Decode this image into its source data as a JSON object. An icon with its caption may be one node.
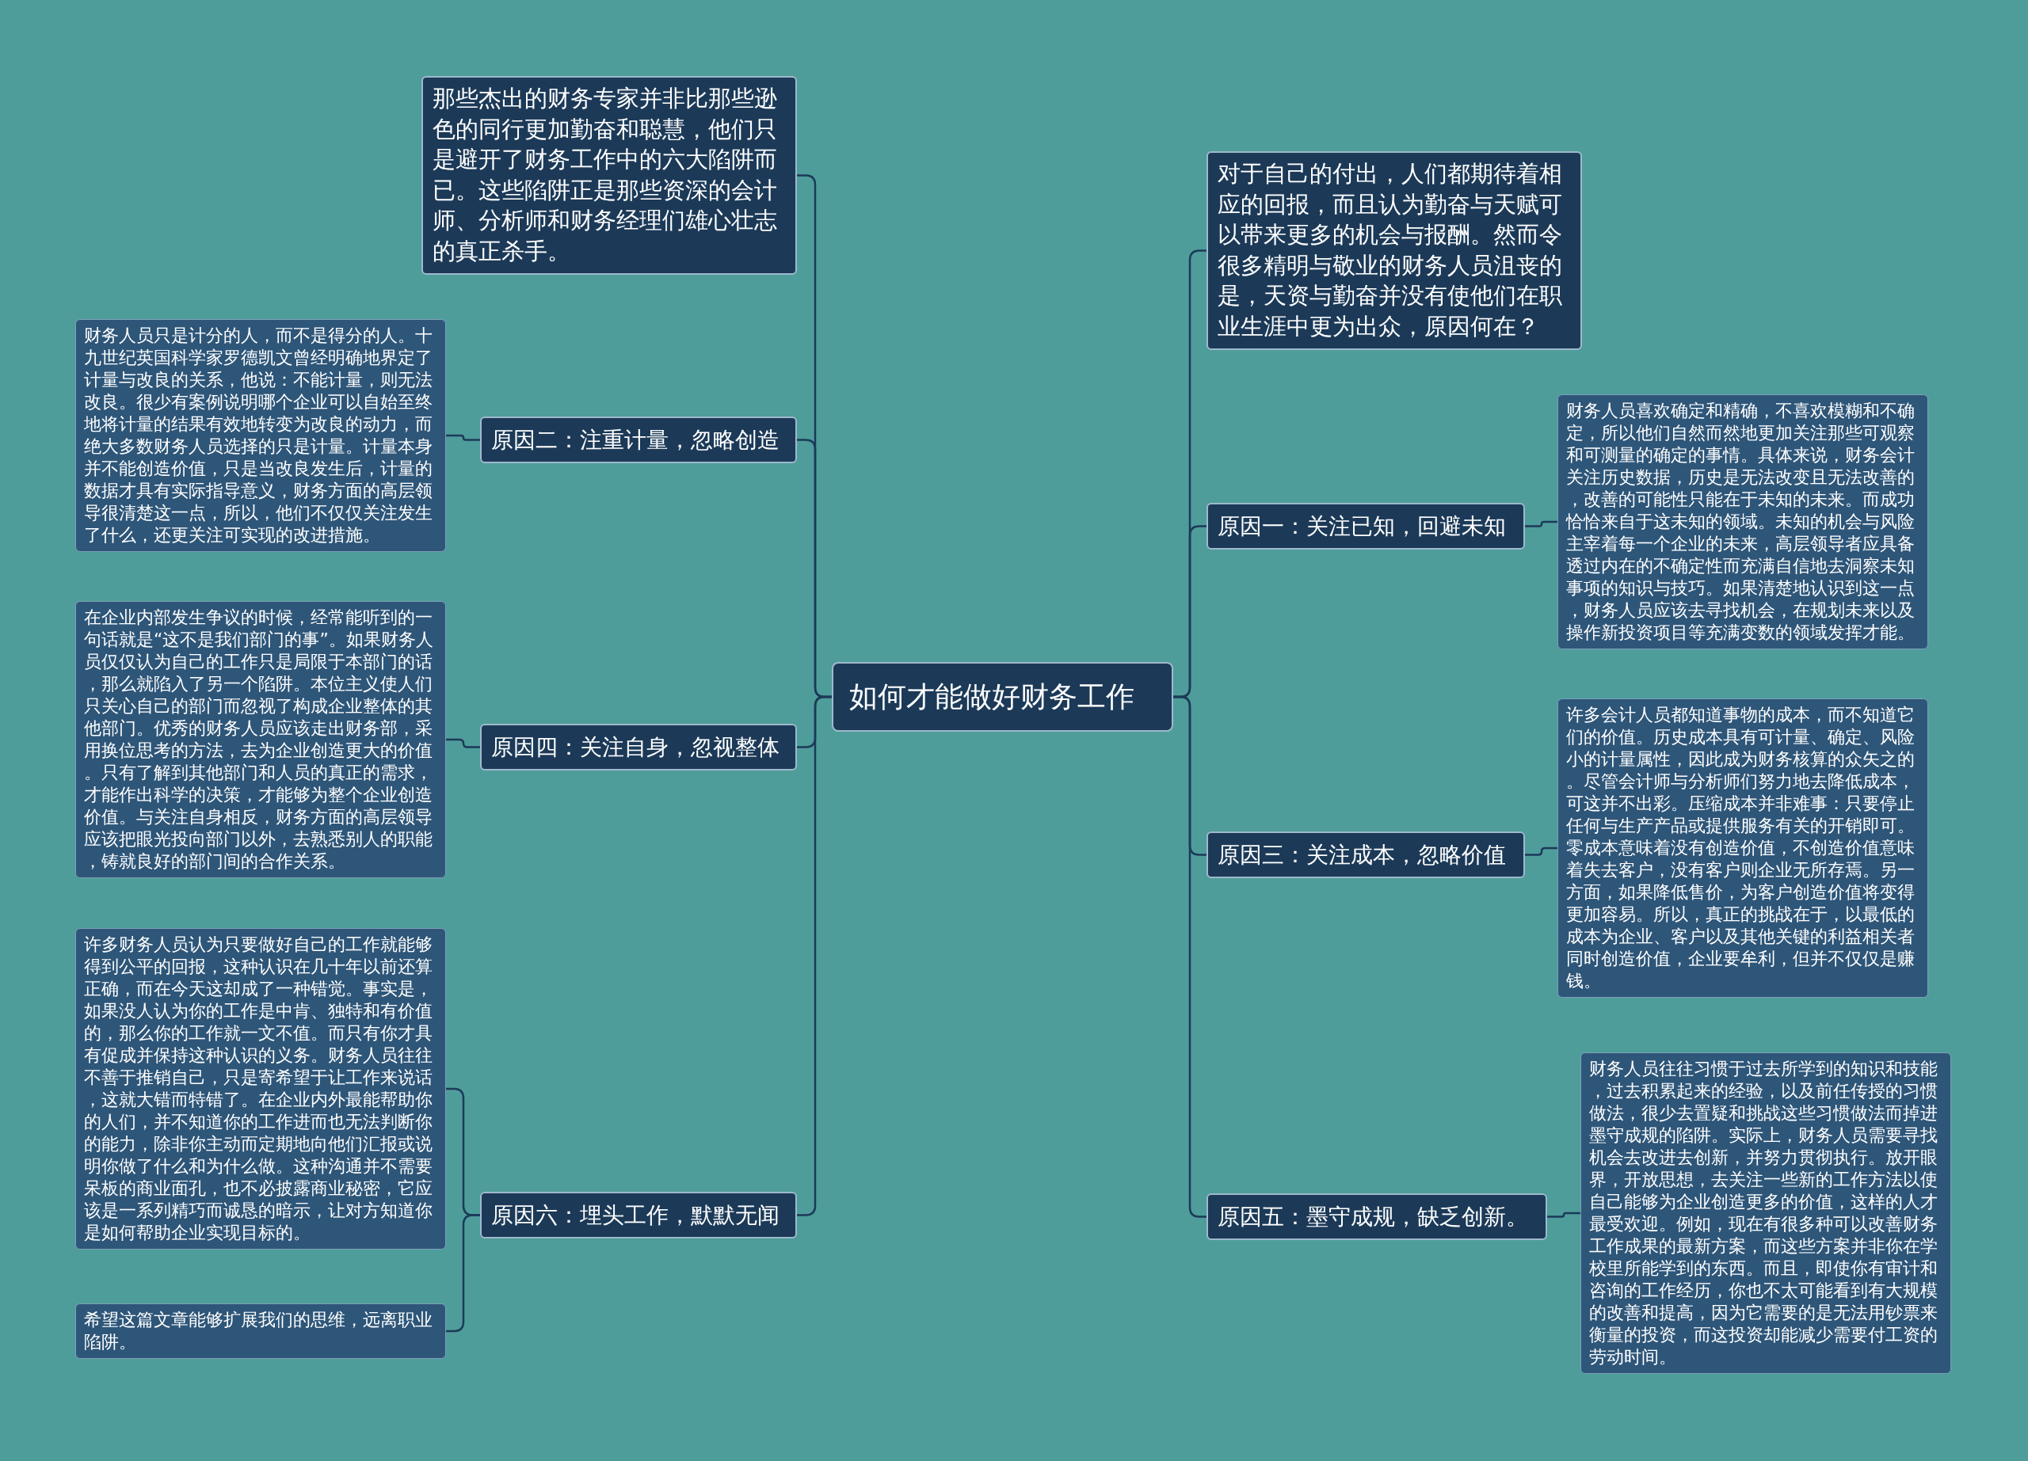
{
  "diagram": {
    "nodes": [
      {
        "text": [
          "如何才能做好财务工作"
        ]
      },
      {
        "text": [
          "那些杰出的财务专家并非比那些逊色的同行更加勤奋和聪慧，他们只是避开了财务工作中的六大陷阱而已。这些陷阱正是那些资深的会计师、分析师和财务经理们雄心壮志的真正杀手。"
        ]
      },
      {
        "text": [
          "原因二：注重计量，忽略创造"
        ]
      },
      {
        "text": [
          "财务人员只是计分的人，而不是得分的人。十九世纪英国科学家罗德凯文曾经明确地界定了计量与改良的关系，他说：不能计量，则无法改良。很少有案例说明哪个企业可以自始至终地将计量的结果有效地转变为改良的动力，而绝大多数财务人员选择的只是计量。计量本身并不能创造价值，只是当改良发生后，计量的数据才具有实际指导意义，财务方面的高层领导很清楚这一点，所以，他们不仅仅关注发生了什么，还更关注可实现的改进措施。"
        ]
      },
      {
        "text": [
          "原因四：关注自身，忽视整体"
        ]
      },
      {
        "text": [
          "在企业内部发生争议的时候，经常能听到的一句话就是“这不是我们部门的事”。如果财务人员仅仅认为自己的工作只是局限于本部门的话，那么就陷入了另一个陷阱。本位主义使人们只关心自己的部门而忽视了构成企业整体的其他部门。优秀的财务人员应该走出财务部，采用换位思考的方法，去为企业创造更大的价值。只有了解到其他部门和人员的真正的需求，才能作出科学的决策，才能够为整个企业创造价值。与关注自身相反，财务方面的高层领导应该把眼光投向部门以外，去熟悉别人的职能，铸就良好的部门间的合作关系。"
        ]
      },
      {
        "text": [
          "原因六：埋头工作，默默无闻"
        ]
      },
      {
        "text": [
          "许多财务人员认为只要做好自己的工作就能够得到公平的回报，这种认识在几十年以前还算正确，而在今天这却成了一种错觉。事实是，如果没人认为你的工作是中肯、独特和有价值的，那么你的工作就一文不值。而只有你才具有促成并保持这种认识的义务。财务人员往往不善于推销自己，只是寄希望于让工作来说话，这就大错而特错了。在企业内外最能帮助你的人们，并不知道你的工作进而也无法判断你的能力，除非你主动而定期地向他们汇报或说明你做了什么和为什么做。这种沟通并不需要呆板的商业面孔，也不必披露商业秘密，它应该是一系列精巧而诚恳的暗示，让对方知道你是如何帮助企业实现目标的。"
        ]
      },
      {
        "text": [
          "希望这篇文章能够扩展我们的思维，远离职业陷阱。"
        ]
      },
      {
        "text": [
          "对于自己的付出，人们都期待着相应的回报，而且认为勤奋与天赋可以带来更多的机会与报酬。然而令很多精明与敬业的财务人员沮丧的是，天资与勤奋并没有使他们在职业生涯中更为出众，原因何在？"
        ]
      },
      {
        "text": [
          "原因一：关注已知，回避未知"
        ]
      },
      {
        "text": [
          "财务人员喜欢确定和精确，不喜欢模糊和不确定，所以他们自然而然地更加关注那些可观察和可测量的确定的事情。具体来说，财务会计关注历史数据，历史是无法改变且无法改善的，改善的可能性只能在于未知的未来。而成功恰恰来自于这未知的领域。未知的机会与风险主宰着每一个企业的未来，高层领导者应具备透过内在的不确定性而充满自信地去洞察未知事项的知识与技巧。如果清楚地认识到这一点，财务人员应该去寻找机会，在规划未来以及操作新投资项目等充满变数的领域发挥才能。"
        ]
      },
      {
        "text": [
          "原因三：关注成本，忽略价值"
        ]
      },
      {
        "text": [
          "许多会计人员都知道事物的成本，而不知道它们的价值。历史成本具有可计量、确定、风险小的计量属性，因此成为财务核算的众矢之的。尽管会计师与分析师们努力地去降低成本，可这并不出彩。压缩成本并非难事：只要停止任何与生产产品或提供服务有关的开销即可。零成本意味着没有创造价值，不创造价值意味着失去客户，没有客户则企业无所存焉。另一方面，如果降低售价，为客户创造价值将变得更加容易。所以，真正的挑战在于，以最低的成本为企业、客户以及其他关键的利益相关者同时创造价值，企业要牟利，但并不仅仅是赚钱。"
        ]
      },
      {
        "text": [
          "原因五：墨守成规，缺乏创新。"
        ]
      },
      {
        "text": [
          "财务人员往往习惯于过去所学到的知识和技能，过去积累起来的经验，以及前任传授的习惯做法，很少去置疑和挑战这些习惯做法而掉进墨守成规的陷阱。实际上，财务人员需要寻找机会去改进去创新，并努力贯彻执行。放开眼界，开放思想，去关注一些新的工作方法以使自己能够为企业创造更多的价值，这样的人才最受欢迎。例如，现在有很多种可以改善财务工作成果的最新方案，而这些方案并非你在学校里所能学到的东西。而且，即使你有审计和咨询的工作经历，你也不太可能看到有大规模的改善和提高，因为它需要的是无法用钞票来衡量的投资，而这投资却能减少需要付工资的劳动时间。"
        ]
      }
    ],
    "edges": [
      {
        "from": 0,
        "to": 1,
        "arrow": "none"
      },
      {
        "from": 0,
        "to": 2,
        "arrow": "none"
      },
      {
        "from": 2,
        "to": 3,
        "arrow": "none"
      },
      {
        "from": 0,
        "to": 4,
        "arrow": "none"
      },
      {
        "from": 4,
        "to": 5,
        "arrow": "none"
      },
      {
        "from": 0,
        "to": 6,
        "arrow": "none"
      },
      {
        "from": 6,
        "to": 7,
        "arrow": "none"
      },
      {
        "from": 6,
        "to": 8,
        "arrow": "none"
      },
      {
        "from": 0,
        "to": 9,
        "arrow": "none"
      },
      {
        "from": 0,
        "to": 10,
        "arrow": "none"
      },
      {
        "from": 10,
        "to": 11,
        "arrow": "none"
      },
      {
        "from": 0,
        "to": 12,
        "arrow": "none"
      },
      {
        "from": 12,
        "to": 13,
        "arrow": "none"
      },
      {
        "from": 0,
        "to": 14,
        "arrow": "none"
      },
      {
        "from": 14,
        "to": 15,
        "arrow": "none"
      }
    ]
  }
}
